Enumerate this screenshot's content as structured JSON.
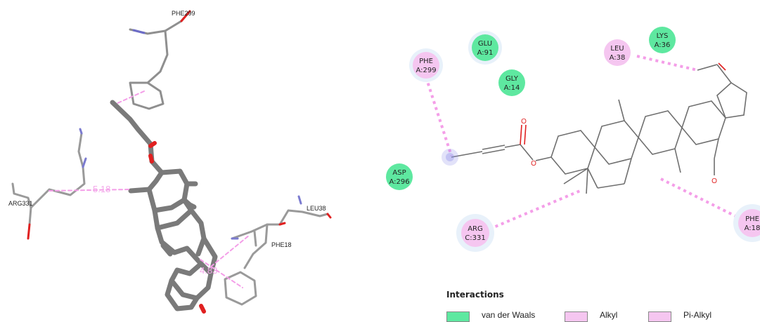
{
  "left_panel": {
    "residue_labels": [
      "PHE299",
      "ARG331",
      "LEU38",
      "PHE18"
    ],
    "distances": [
      "5.18",
      "4.83"
    ]
  },
  "right_panel": {
    "residues": [
      {
        "line1": "PHE",
        "line2": "A:299",
        "type": "pi_alkyl"
      },
      {
        "line1": "GLU",
        "line2": "A:91",
        "type": "vdw"
      },
      {
        "line1": "GLY",
        "line2": "A:14",
        "type": "vdw"
      },
      {
        "line1": "LEU",
        "line2": "A:38",
        "type": "alkyl"
      },
      {
        "line1": "LYS",
        "line2": "A:36",
        "type": "vdw"
      },
      {
        "line1": "ASP",
        "line2": "A:296",
        "type": "vdw"
      },
      {
        "line1": "ARG",
        "line2": "C:331",
        "type": "alkyl"
      },
      {
        "line1": "PHE",
        "line2": "A:18",
        "type": "pi_alkyl"
      }
    ],
    "atom_labels": [
      "O",
      "O",
      "O"
    ]
  },
  "legend": {
    "title": "Interactions",
    "items": [
      {
        "label": "van der Waals",
        "color": "#5ee8a0"
      },
      {
        "label": "Alkyl",
        "color": "#f5c6f0"
      },
      {
        "label": "Pi-Alkyl",
        "color": "#f5c6f0"
      }
    ]
  },
  "colors": {
    "vdw": "#5ee8a0",
    "alkyl": "#f5c6f0",
    "interaction_line": "#f49ee8",
    "halo": "#e8f1fa",
    "stick": "#8a8a8a",
    "oxygen": "#e02020",
    "nitrogen": "#8a8ad0"
  }
}
